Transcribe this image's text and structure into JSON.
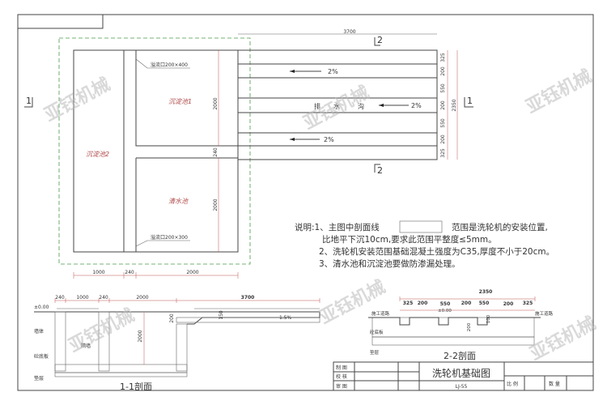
{
  "plan": {
    "width_total": "3700",
    "section_mark_2": "2",
    "section_mark_1": "1",
    "tank_settle_1": "沉淀池1",
    "tank_settle_2": "沉淀池2",
    "tank_clear": "清水池",
    "overflow_top": "溢流口200×400",
    "overflow_bottom": "溢流口200×300",
    "dim_2000a": "2000",
    "dim_240": "240",
    "dim_2000b": "2000",
    "bottom_dims": [
      "1000",
      "240",
      "2000"
    ],
    "right_dims": [
      "325",
      "200",
      "550",
      "200",
      "550",
      "200",
      "325"
    ],
    "right_total": "2350",
    "slope": "2%",
    "drain_label": [
      "排",
      "水",
      "沟"
    ]
  },
  "notes": {
    "line1a": "说明:1、主图中剖面线",
    "line1b": "范围是洗轮机的安装位置,",
    "line2": "比地平下沉10cm,要求此范围平整度≤5mm。",
    "line3": "2、洗轮机安装范围基础混凝土强度为C35,厚度不小于20cm。",
    "line4": "3、清水池和沉淀池要做防渗漏处理。"
  },
  "section_1_1": {
    "title": "1-1剖面",
    "level": "±0.00",
    "top_dims": [
      "240",
      "1000",
      "240",
      "2000",
      "3700"
    ],
    "depth": "2000",
    "step": "200",
    "small": "150",
    "slope": "1.5%",
    "labels": {
      "wall": "墙体",
      "partition": "隔墙",
      "slab": "砼底板",
      "cushion": "垫层"
    }
  },
  "section_2_2": {
    "title": "2-2剖面",
    "total": "2350",
    "dims": [
      "325",
      "200",
      "550",
      "200",
      "550",
      "200",
      "325"
    ],
    "level": "±0.00",
    "depth": "200",
    "small": "100",
    "labels": {
      "road_left": "施工道路",
      "road_right": "施工道路",
      "slab": "砼底板",
      "cushion": "垫层"
    }
  },
  "title_block": {
    "drawn": "制 图",
    "checked": "校 核",
    "approved": "审 图",
    "title": "洗轮机基础图",
    "code": "LJ-55",
    "scale_label": "比 例",
    "qty_label": "数 量"
  },
  "watermark": "亚钰机械"
}
